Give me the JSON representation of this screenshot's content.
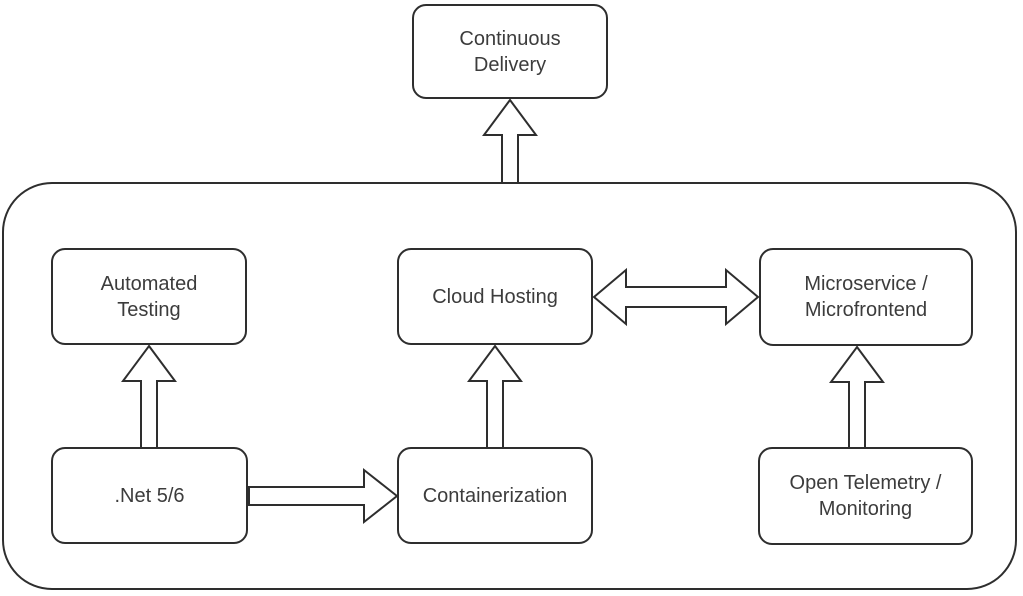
{
  "diagram": {
    "nodes": [
      {
        "id": "continuous-delivery",
        "label": "Continuous\nDelivery"
      },
      {
        "id": "automated-testing",
        "label": "Automated\nTesting"
      },
      {
        "id": "cloud-hosting",
        "label": "Cloud Hosting"
      },
      {
        "id": "microservice-microfrontend",
        "label": "Microservice /\nMicrofrontend"
      },
      {
        "id": "net-5-6",
        "label": ".Net 5/6"
      },
      {
        "id": "containerization",
        "label": "Containerization"
      },
      {
        "id": "open-telemetry-monitoring",
        "label": "Open Telemetry /\nMonitoring"
      }
    ],
    "edges": [
      {
        "from": "platform-container",
        "to": "continuous-delivery",
        "direction": "up"
      },
      {
        "from": "net-5-6",
        "to": "automated-testing",
        "direction": "up"
      },
      {
        "from": "containerization",
        "to": "cloud-hosting",
        "direction": "up"
      },
      {
        "from": "open-telemetry-monitoring",
        "to": "microservice-microfrontend",
        "direction": "up"
      },
      {
        "from": "net-5-6",
        "to": "containerization",
        "direction": "right"
      },
      {
        "from": "cloud-hosting",
        "to": "microservice-microfrontend",
        "direction": "bidirectional"
      }
    ],
    "colors": {
      "stroke": "#2e2e2e",
      "text": "#3c3c3c",
      "background": "#ffffff"
    }
  }
}
